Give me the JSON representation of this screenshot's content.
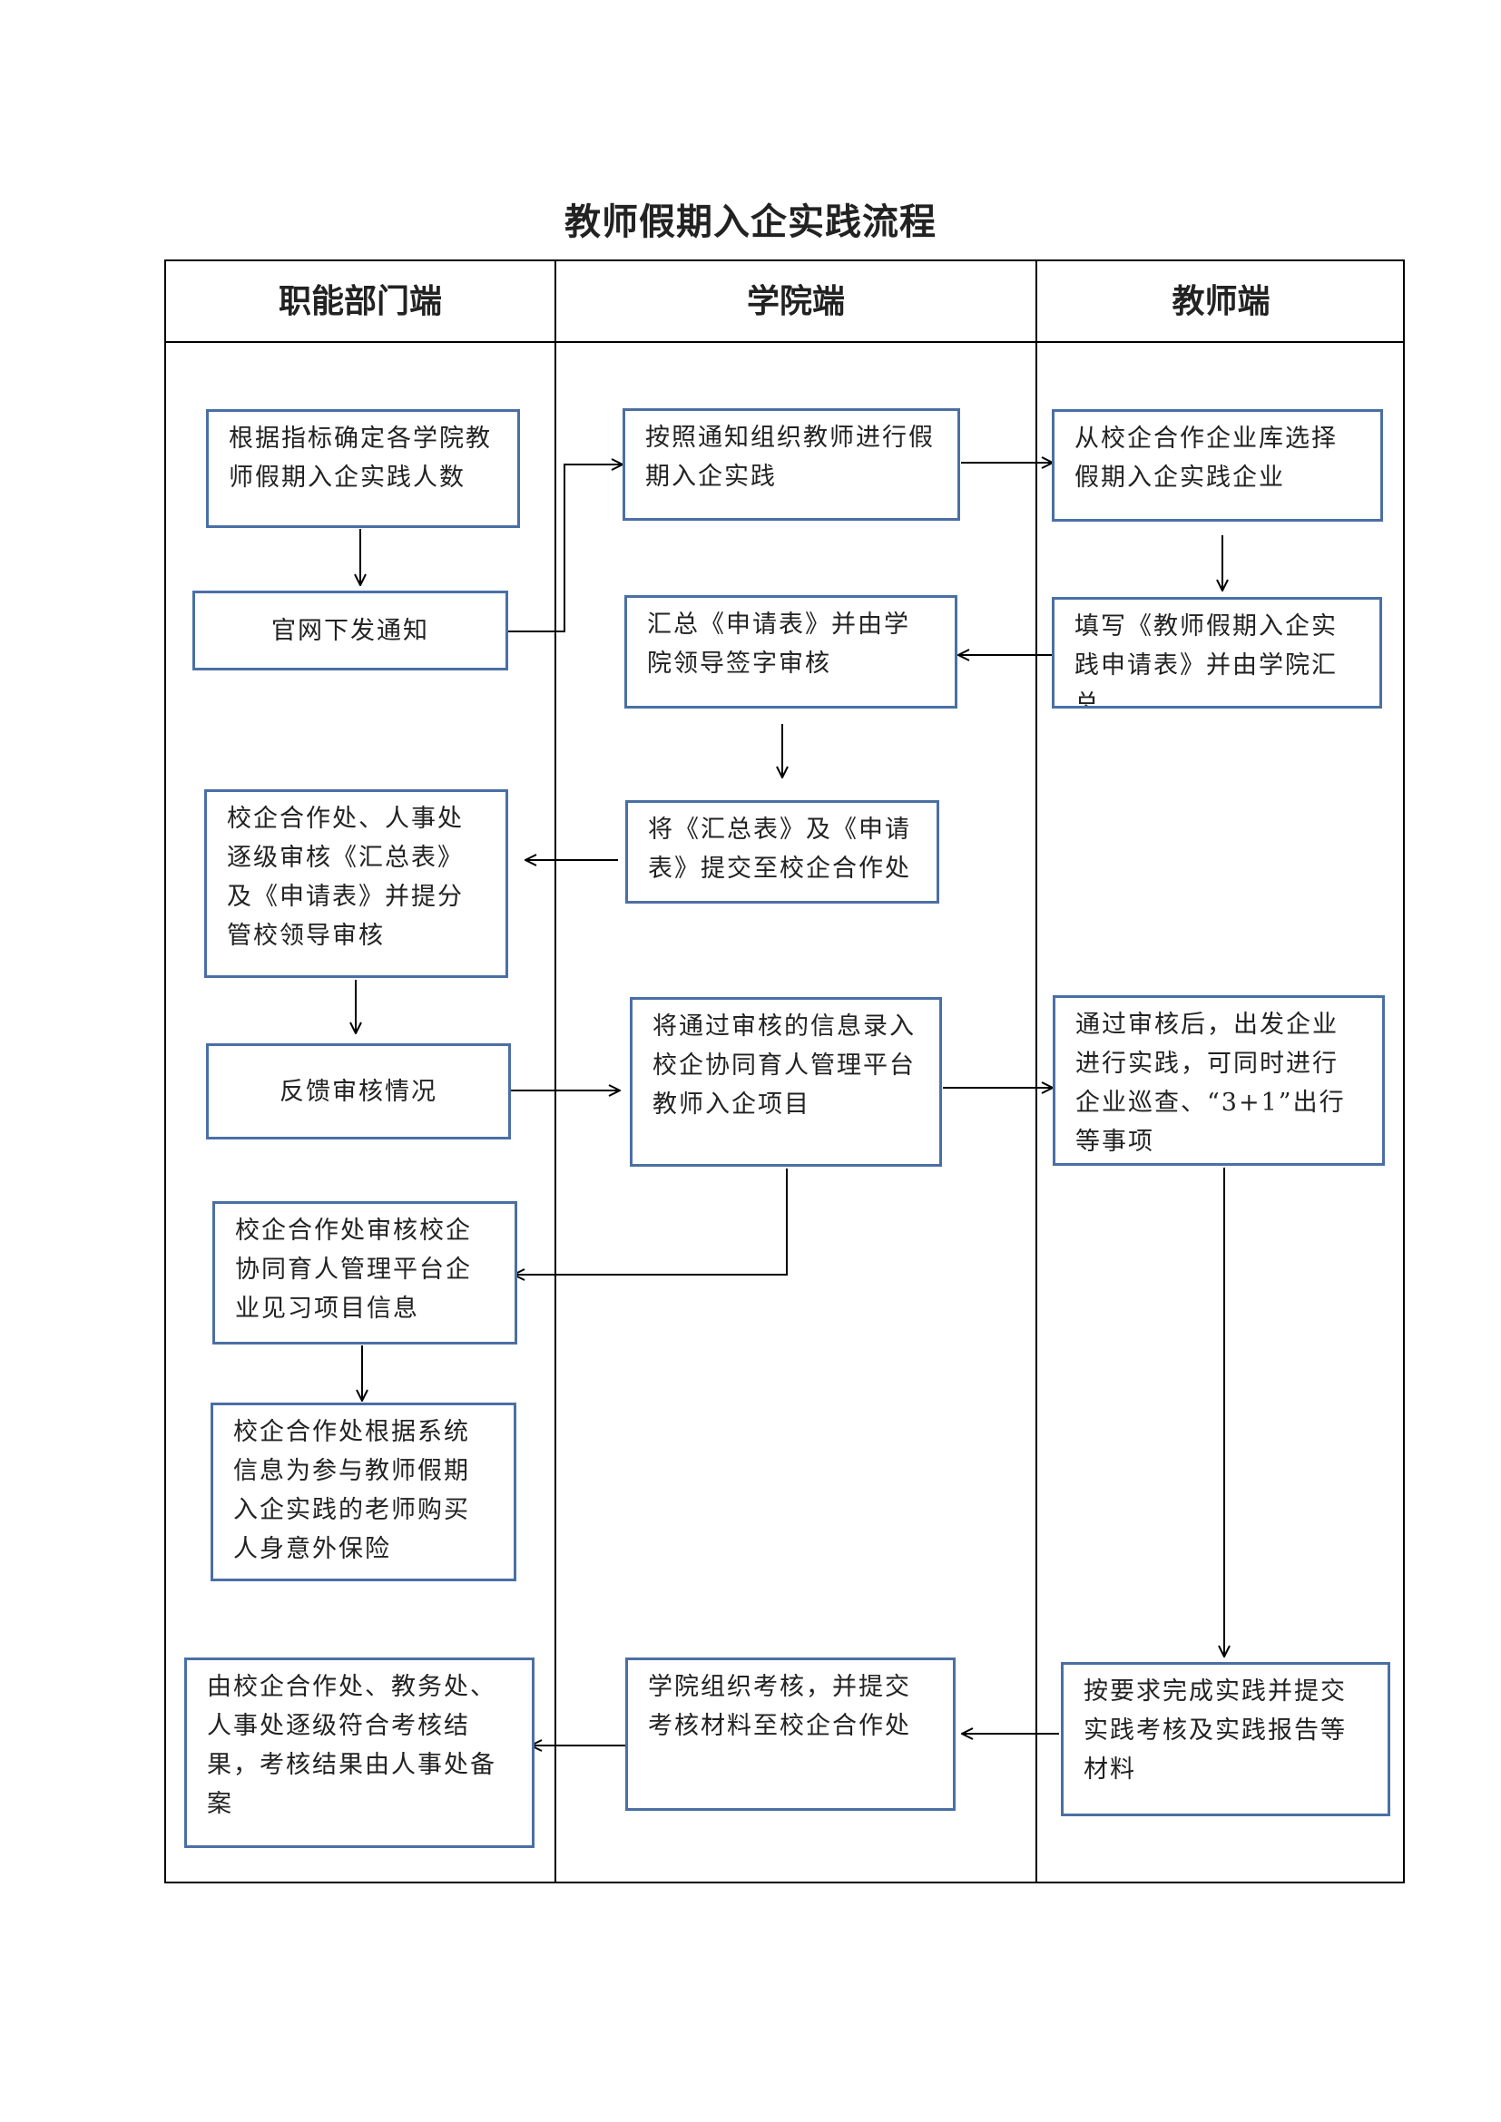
{
  "title": "教师假期入企实践流程",
  "columns": [
    "职能部门端",
    "学院端",
    "教师端"
  ],
  "steps": {
    "f1": "根据指标确定各学院教师假期入企实践人数",
    "f2": "官网下发通知",
    "f3": "校企合作处、人事处逐级审核《汇总表》及《申请表》并提分管校领导审核",
    "f4": "反馈审核情况",
    "f5": "校企合作处审核校企协同育人管理平台企业见习项目信息",
    "f6": "校企合作处根据系统信息为参与教师假期入企实践的老师购买人身意外保险",
    "f7": "由校企合作处、教务处、人事处逐级符合考核结果，考核结果由人事处备案",
    "c1": "按照通知组织教师进行假期入企实践",
    "c2": "汇总《申请表》并由学院领导签字审核",
    "c3": "将《汇总表》及《申请表》提交至校企合作处",
    "c4": "将通过审核的信息录入校企协同育人管理平台教师入企项目",
    "c5": "学院组织考核，并提交考核材料至校企合作处",
    "t1": "从校企合作企业库选择假期入企实践企业",
    "t2": "填写《教师假期入企实践申请表》并由学院汇总",
    "t3": "通过审核后，出发企业进行实践，可同时进行企业巡查、“3+1”出行等事项",
    "t4": "按要求完成实践并提交实践考核及实践报告等材料"
  },
  "colors": {
    "box_border": "#4a6fa5",
    "line": "#000000"
  }
}
